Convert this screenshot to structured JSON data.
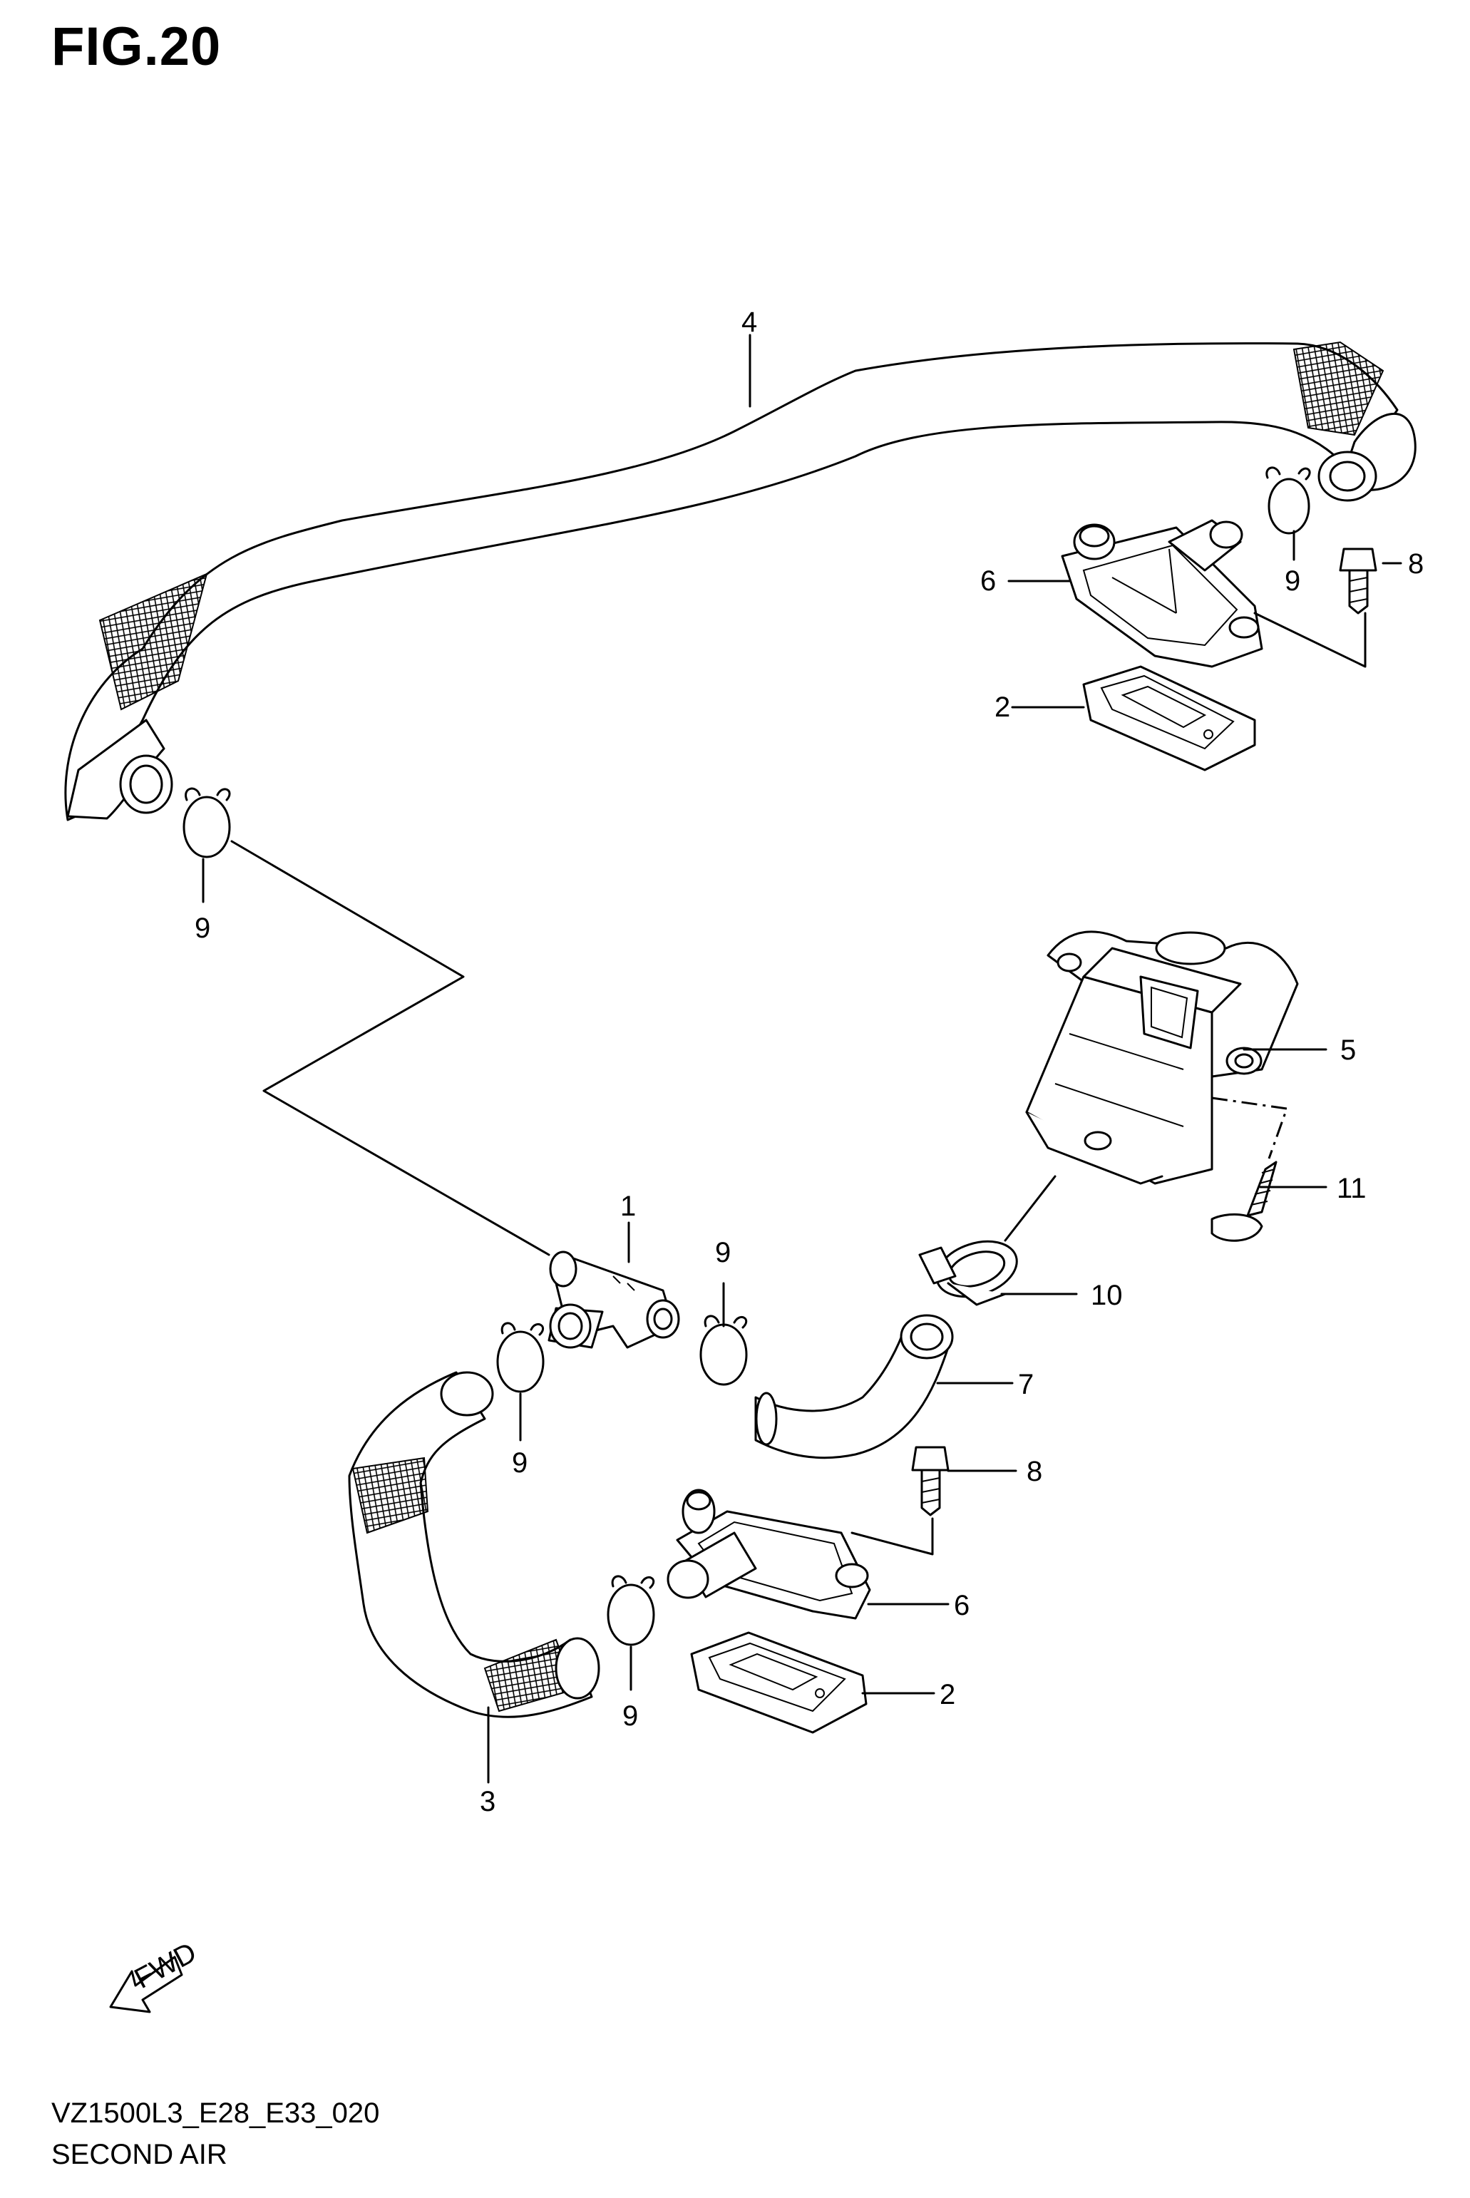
{
  "figure": {
    "title": "FIG.20",
    "code": "VZ1500L3_E28_E33_020",
    "name": "SECOND AIR",
    "fwd_label": "FWD"
  },
  "callouts": [
    {
      "id": "c4",
      "label": "4"
    },
    {
      "id": "c6a",
      "label": "6"
    },
    {
      "id": "c9a",
      "label": "9"
    },
    {
      "id": "c8a",
      "label": "8"
    },
    {
      "id": "c2a",
      "label": "2"
    },
    {
      "id": "c9b",
      "label": "9"
    },
    {
      "id": "c5",
      "label": "5"
    },
    {
      "id": "c11",
      "label": "11"
    },
    {
      "id": "c1",
      "label": "1"
    },
    {
      "id": "c9c",
      "label": "9"
    },
    {
      "id": "c10",
      "label": "10"
    },
    {
      "id": "c7",
      "label": "7"
    },
    {
      "id": "c9d",
      "label": "9"
    },
    {
      "id": "c8b",
      "label": "8"
    },
    {
      "id": "c6b",
      "label": "6"
    },
    {
      "id": "c2b",
      "label": "2"
    },
    {
      "id": "c9e",
      "label": "9"
    },
    {
      "id": "c3",
      "label": "3"
    }
  ],
  "colors": {
    "ink": "#000000",
    "paper": "#ffffff"
  }
}
